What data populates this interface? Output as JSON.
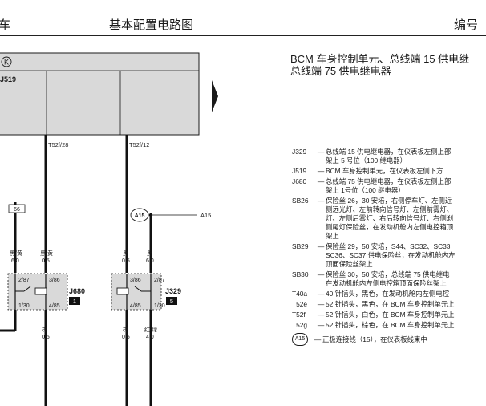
{
  "header": {
    "left": "车",
    "center": "基本配置电路图",
    "right": "编号"
  },
  "diagram": {
    "bcm_symbol": "K",
    "bcm_label": "J519",
    "conn_left": "T52f/28",
    "conn_right": "T52f/12",
    "fuse_label": "66",
    "wires": {
      "w1_color": "黑/黄",
      "w1_size": "6.0",
      "w2_color": "黑/黄",
      "w2_size": "0.5",
      "w3_color": "黑",
      "w3_size": "0.5",
      "w4_color": "黑",
      "w4_size": "6.0",
      "w5_color": "棕",
      "w5_size": "0.5",
      "w6_color": "棕",
      "w6_size": "0.5",
      "w7_color": "红/绿",
      "w7_size": "4.0"
    },
    "relay_left": {
      "name": "J680",
      "badge": "1",
      "pin_tl": "2/87",
      "pin_tr": "3/86",
      "pin_bl": "1/30",
      "pin_br": "4/85"
    },
    "relay_right": {
      "name": "J329",
      "badge": "5",
      "pin_tl": "3/86",
      "pin_tr": "2/87",
      "pin_bl": "4/85",
      "pin_br": "1/30"
    },
    "a15_circle": "A15",
    "a15_label": "A15",
    "arrow_icon": "right-triangle-arrow"
  },
  "title": {
    "line1": "BCM 车身控制单元、总线端 15 供电继",
    "line2": "总线端 75 供电继电器"
  },
  "legend": [
    {
      "code": "J329",
      "dash": "—",
      "lines": [
        "总线端 15 供电继电器，在仪表板左侧上部",
        "架上 5 号位（100 继电器）"
      ]
    },
    {
      "code": "J519",
      "dash": "—",
      "lines": [
        "BCM 车身控制单元，在仪表板左侧下方"
      ]
    },
    {
      "code": "J680",
      "dash": "—",
      "lines": [
        "总线端 75 供电继电器，在仪表板左侧上部",
        "架上 1号位（100 继电器）"
      ]
    },
    {
      "code": "SB26",
      "dash": "—",
      "lines": [
        "保险丝 26，30 安培，右侧停车灯、左侧近",
        "侧远光灯、左前转向信号灯、左侧前雾灯、",
        "灯、左侧后雾灯、右后转向信号灯、右侧刹",
        "侧尾灯保险丝，在发动机舱内左侧电控箱顶",
        "架上"
      ]
    },
    {
      "code": "SB29",
      "dash": "—",
      "lines": [
        "保险丝 29，50 安培，S44、SC32、SC33",
        "SC36、SC37 供电保险丝，在发动机舱内左",
        "顶面保险丝架上"
      ]
    },
    {
      "code": "SB30",
      "dash": "—",
      "lines": [
        "保险丝 30，50 安培，总线端 75 供电继电",
        "在发动机舱内左侧电控箱顶面保险丝架上"
      ]
    },
    {
      "code": "T40a",
      "dash": "—",
      "lines": [
        "40 针插头，黑色，在发动机舱内左侧电控"
      ]
    },
    {
      "code": "T52e",
      "dash": "—",
      "lines": [
        "52 针插头，黑色，在 BCM 车身控制单元上"
      ]
    },
    {
      "code": "T52f",
      "dash": "—",
      "lines": [
        "52 针插头，白色，在 BCM 车身控制单元上"
      ]
    },
    {
      "code": "T52g",
      "dash": "—",
      "lines": [
        "52 针插头，棕色，在 BCM 车身控制单元上"
      ]
    }
  ],
  "legend_circle": {
    "code": "A15",
    "dash": "—",
    "text": "正极连接线（15），在仪表板线束中"
  }
}
